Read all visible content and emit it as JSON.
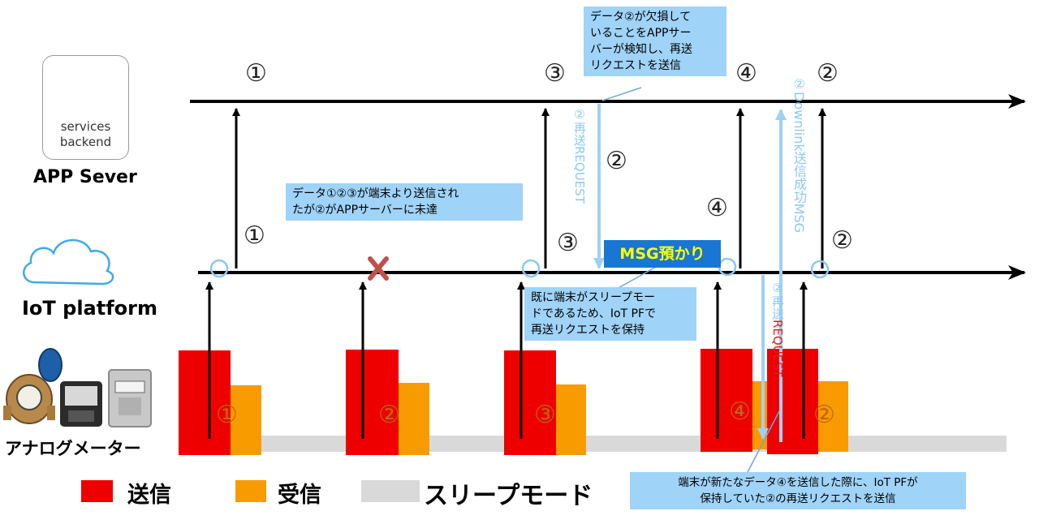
{
  "actors": {
    "app_server": {
      "box_line1": "services",
      "box_line2": "backend",
      "label": "APP Sever"
    },
    "iot_platform": {
      "label": "IoT platform"
    },
    "meter": {
      "label": "アナログメーター"
    }
  },
  "server_numbers": [
    "①",
    "③",
    "④",
    "②"
  ],
  "platform_numbers": [
    "①",
    "③",
    "②",
    "④",
    "②"
  ],
  "device_numbers": [
    "①",
    "②",
    "③",
    "④",
    "②"
  ],
  "callouts": {
    "top": [
      "データ②が欠損して",
      "いることをAPPサー",
      "バーが検知し、再送",
      "リクエストを送信"
    ],
    "middle": [
      "データ①②③が端末より送信され",
      "たが②がAPPサーバーに未達"
    ],
    "sleep": [
      "既に端末がスリープモー",
      "ドであるため、IoT PFで",
      "再送リクエストを保持"
    ],
    "bottom": [
      "端末が新たなデータ④を送信した際に、IoT PFが",
      "保持していた②の再送リクエストを送信"
    ]
  },
  "msg_badge": "MSG預かり",
  "vertical_labels": {
    "resend_down": "②再送REQUEST",
    "resend_down2_prefix": "②再送",
    "resend_down2_suffix": "REQUEST",
    "downlink": "②Downlink送信成功MSG"
  },
  "legend": [
    {
      "label": "送信",
      "color": "#ef0000"
    },
    {
      "label": "受信",
      "color": "#f79b00"
    },
    {
      "label": "スリープモード",
      "color": "#d9d9d9"
    }
  ],
  "colors": {
    "send": "#ef0000",
    "receive": "#f79b00",
    "sleep": "#d9d9d9",
    "light_arrow": "#9fd0f4",
    "callout": "#9fd3f7",
    "badge": "#1976d2"
  }
}
